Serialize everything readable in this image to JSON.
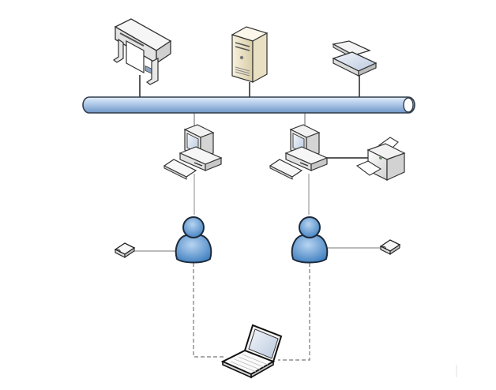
{
  "diagram": {
    "title": "",
    "type": "network-topology",
    "colors": {
      "background": "#ffffff",
      "bus_fill_light": "#c8daf0",
      "bus_fill_dark": "#7fa6d4",
      "bus_outline": "#2f3b4a",
      "user_fill_light": "#9cc3ea",
      "user_fill_dark": "#4a86c5",
      "device_body": "#f2f2f2",
      "device_outline": "#333333",
      "server_body": "#efe6cc",
      "screen": "#dfe8f4",
      "link": "#555555"
    },
    "nodes": [
      {
        "id": "plotter",
        "kind": "wide-format-printer-icon"
      },
      {
        "id": "server",
        "kind": "server-tower-icon"
      },
      {
        "id": "scanner",
        "kind": "flatbed-scanner-icon"
      },
      {
        "id": "bus",
        "kind": "network-bus-backbone"
      },
      {
        "id": "pc-left",
        "kind": "desktop-computer-icon"
      },
      {
        "id": "pc-right",
        "kind": "desktop-computer-icon"
      },
      {
        "id": "local-printer",
        "kind": "desktop-printer-icon"
      },
      {
        "id": "user-left",
        "kind": "user-icon"
      },
      {
        "id": "user-right",
        "kind": "user-icon"
      },
      {
        "id": "token-left",
        "kind": "usb-token-icon"
      },
      {
        "id": "token-right",
        "kind": "usb-token-icon"
      },
      {
        "id": "laptop",
        "kind": "laptop-icon"
      }
    ],
    "edges": [
      {
        "from": "plotter",
        "to": "bus",
        "style": "solid"
      },
      {
        "from": "server",
        "to": "bus",
        "style": "solid"
      },
      {
        "from": "scanner",
        "to": "bus",
        "style": "solid"
      },
      {
        "from": "bus",
        "to": "pc-left",
        "style": "solid"
      },
      {
        "from": "bus",
        "to": "pc-right",
        "style": "solid"
      },
      {
        "from": "pc-right",
        "to": "local-printer",
        "style": "solid"
      },
      {
        "from": "pc-left",
        "to": "user-left",
        "style": "solid"
      },
      {
        "from": "pc-right",
        "to": "user-right",
        "style": "solid"
      },
      {
        "from": "token-left",
        "to": "user-left",
        "style": "solid"
      },
      {
        "from": "user-right",
        "to": "token-right",
        "style": "solid"
      },
      {
        "from": "user-left",
        "to": "laptop",
        "style": "dashed"
      },
      {
        "from": "user-right",
        "to": "laptop",
        "style": "dashed"
      }
    ]
  }
}
